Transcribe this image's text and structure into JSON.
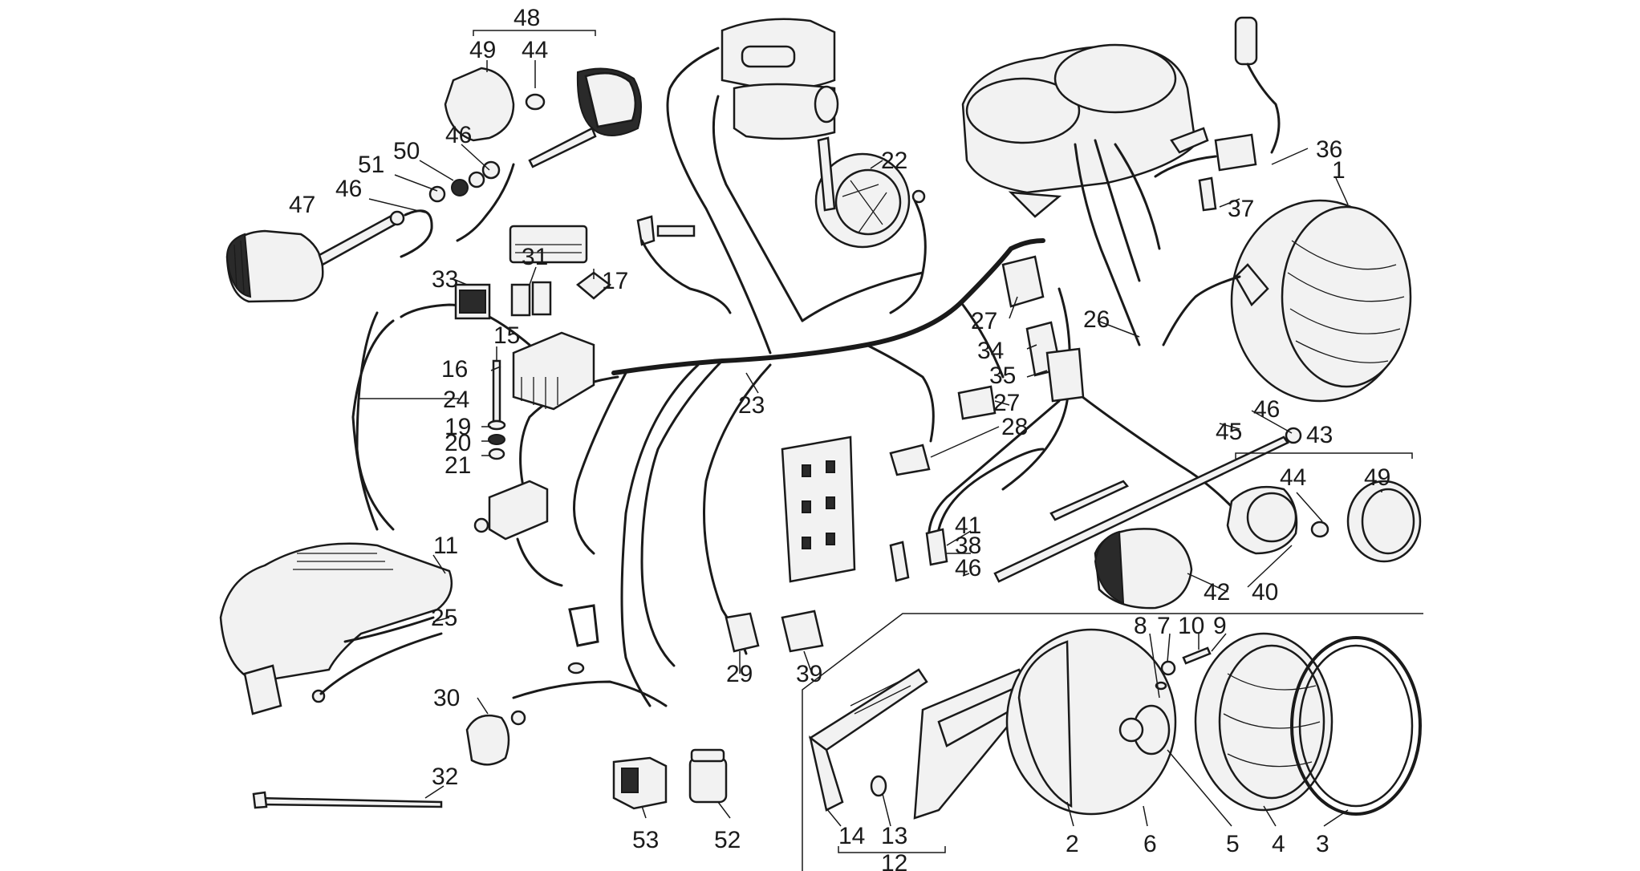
{
  "callouts": {
    "c48": "48",
    "c49a": "49",
    "c44a": "44",
    "c46a": "46",
    "c50": "50",
    "c51": "51",
    "c46b": "46",
    "c47": "47",
    "c22": "22",
    "c36": "36",
    "c1": "1",
    "c37": "37",
    "c31": "31",
    "c33": "33",
    "c17": "17",
    "c15": "15",
    "c16": "16",
    "c24": "24",
    "c19": "19",
    "c20": "20",
    "c21": "21",
    "c23": "23",
    "c27a": "27",
    "c34": "34",
    "c35": "35",
    "c27b": "27",
    "c26": "26",
    "c28": "28",
    "c45": "45",
    "c46c": "46",
    "c43": "43",
    "c44b": "44",
    "c49b": "49",
    "c11": "11",
    "c25": "25",
    "c41": "41",
    "c38": "38",
    "c46d": "46",
    "c42": "42",
    "c40": "40",
    "c29": "29",
    "c39": "39",
    "c8": "8",
    "c7": "7",
    "c10": "10",
    "c9": "9",
    "c30": "30",
    "c32": "32",
    "c53": "53",
    "c52": "52",
    "c14": "14",
    "c13": "13",
    "c12": "12",
    "c2": "2",
    "c6": "6",
    "c5": "5",
    "c4": "4",
    "c3": "3"
  }
}
